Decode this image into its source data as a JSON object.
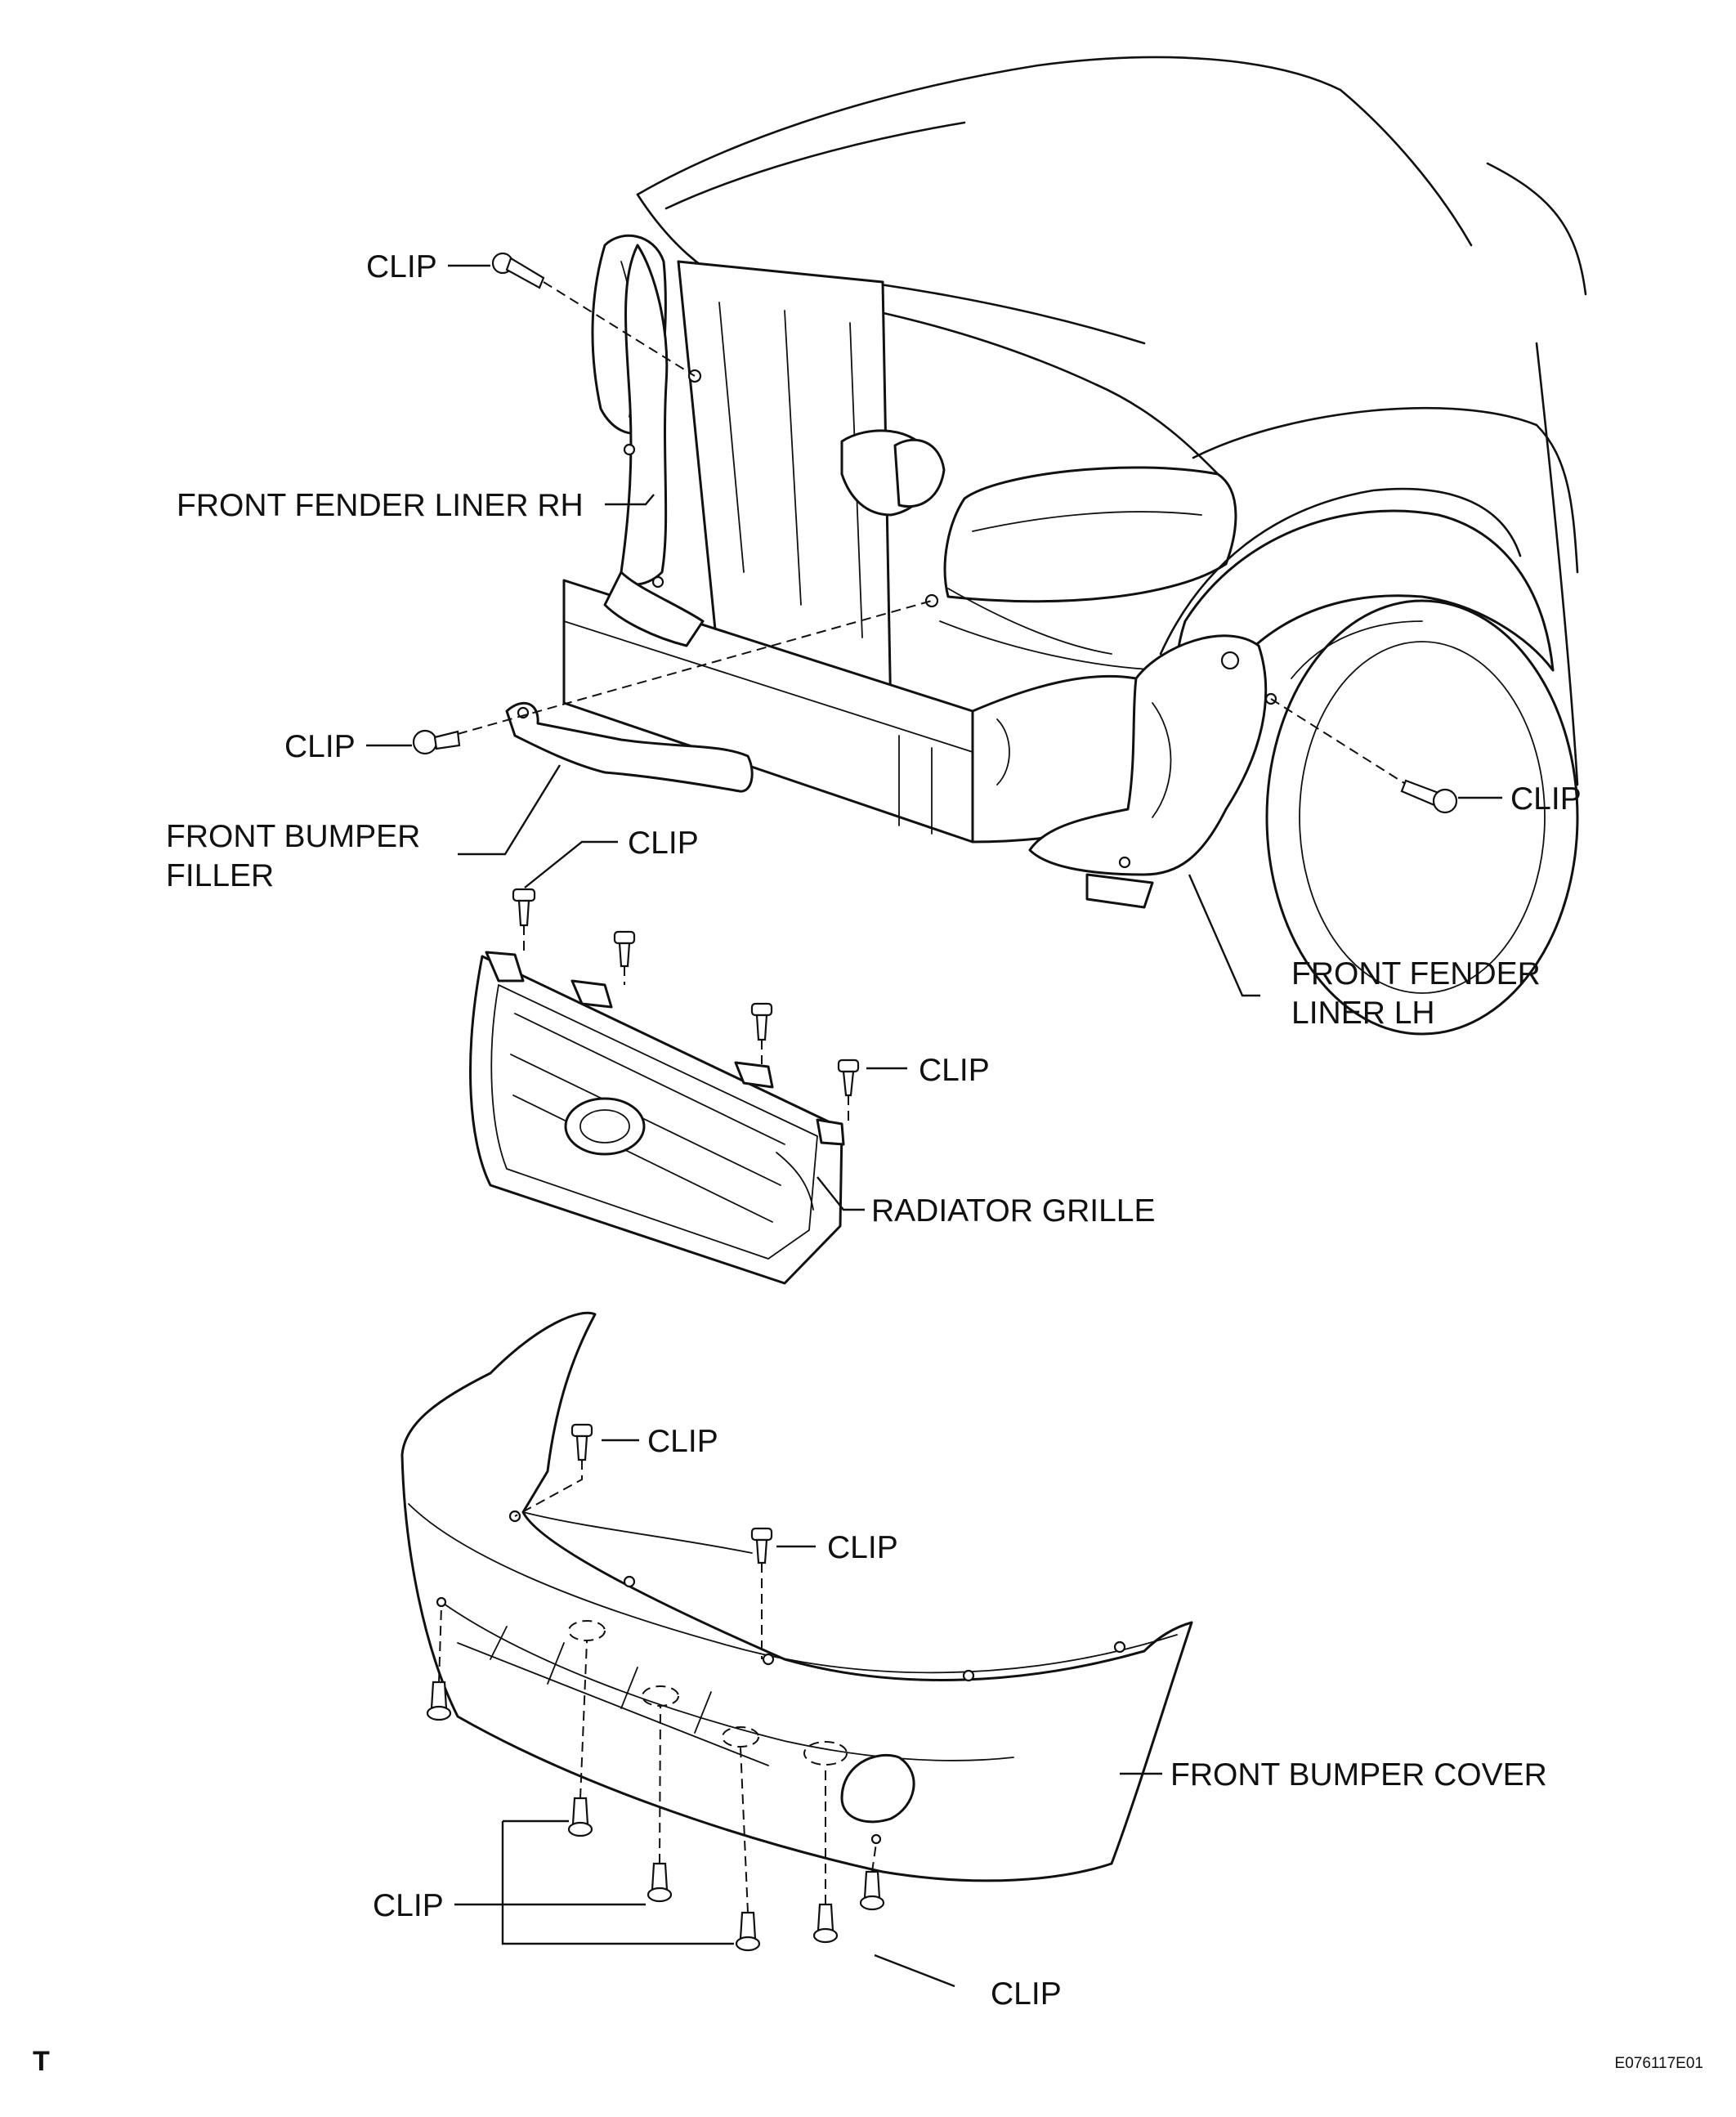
{
  "labels": {
    "clip_top": "CLIP",
    "front_fender_liner_rh": "FRONT FENDER LINER RH",
    "clip_filler": "CLIP",
    "front_bumper_filler_line1": "FRONT BUMPER",
    "front_bumper_filler_line2": "FILLER",
    "clip_grille_top": "CLIP",
    "clip_fender_lh": "CLIP",
    "front_fender_liner_lh_line1": "FRONT FENDER",
    "front_fender_liner_lh_line2": "LINER LH",
    "clip_grille_right": "CLIP",
    "radiator_grille": "RADIATOR GRILLE",
    "clip_bumper_upper_left": "CLIP",
    "clip_bumper_upper_center": "CLIP",
    "front_bumper_cover": "FRONT BUMPER COVER",
    "clip_bumper_lower_group": "CLIP",
    "clip_bumper_lower_right": "CLIP"
  },
  "corner_mark": "T",
  "figure_code": "E076117E01"
}
